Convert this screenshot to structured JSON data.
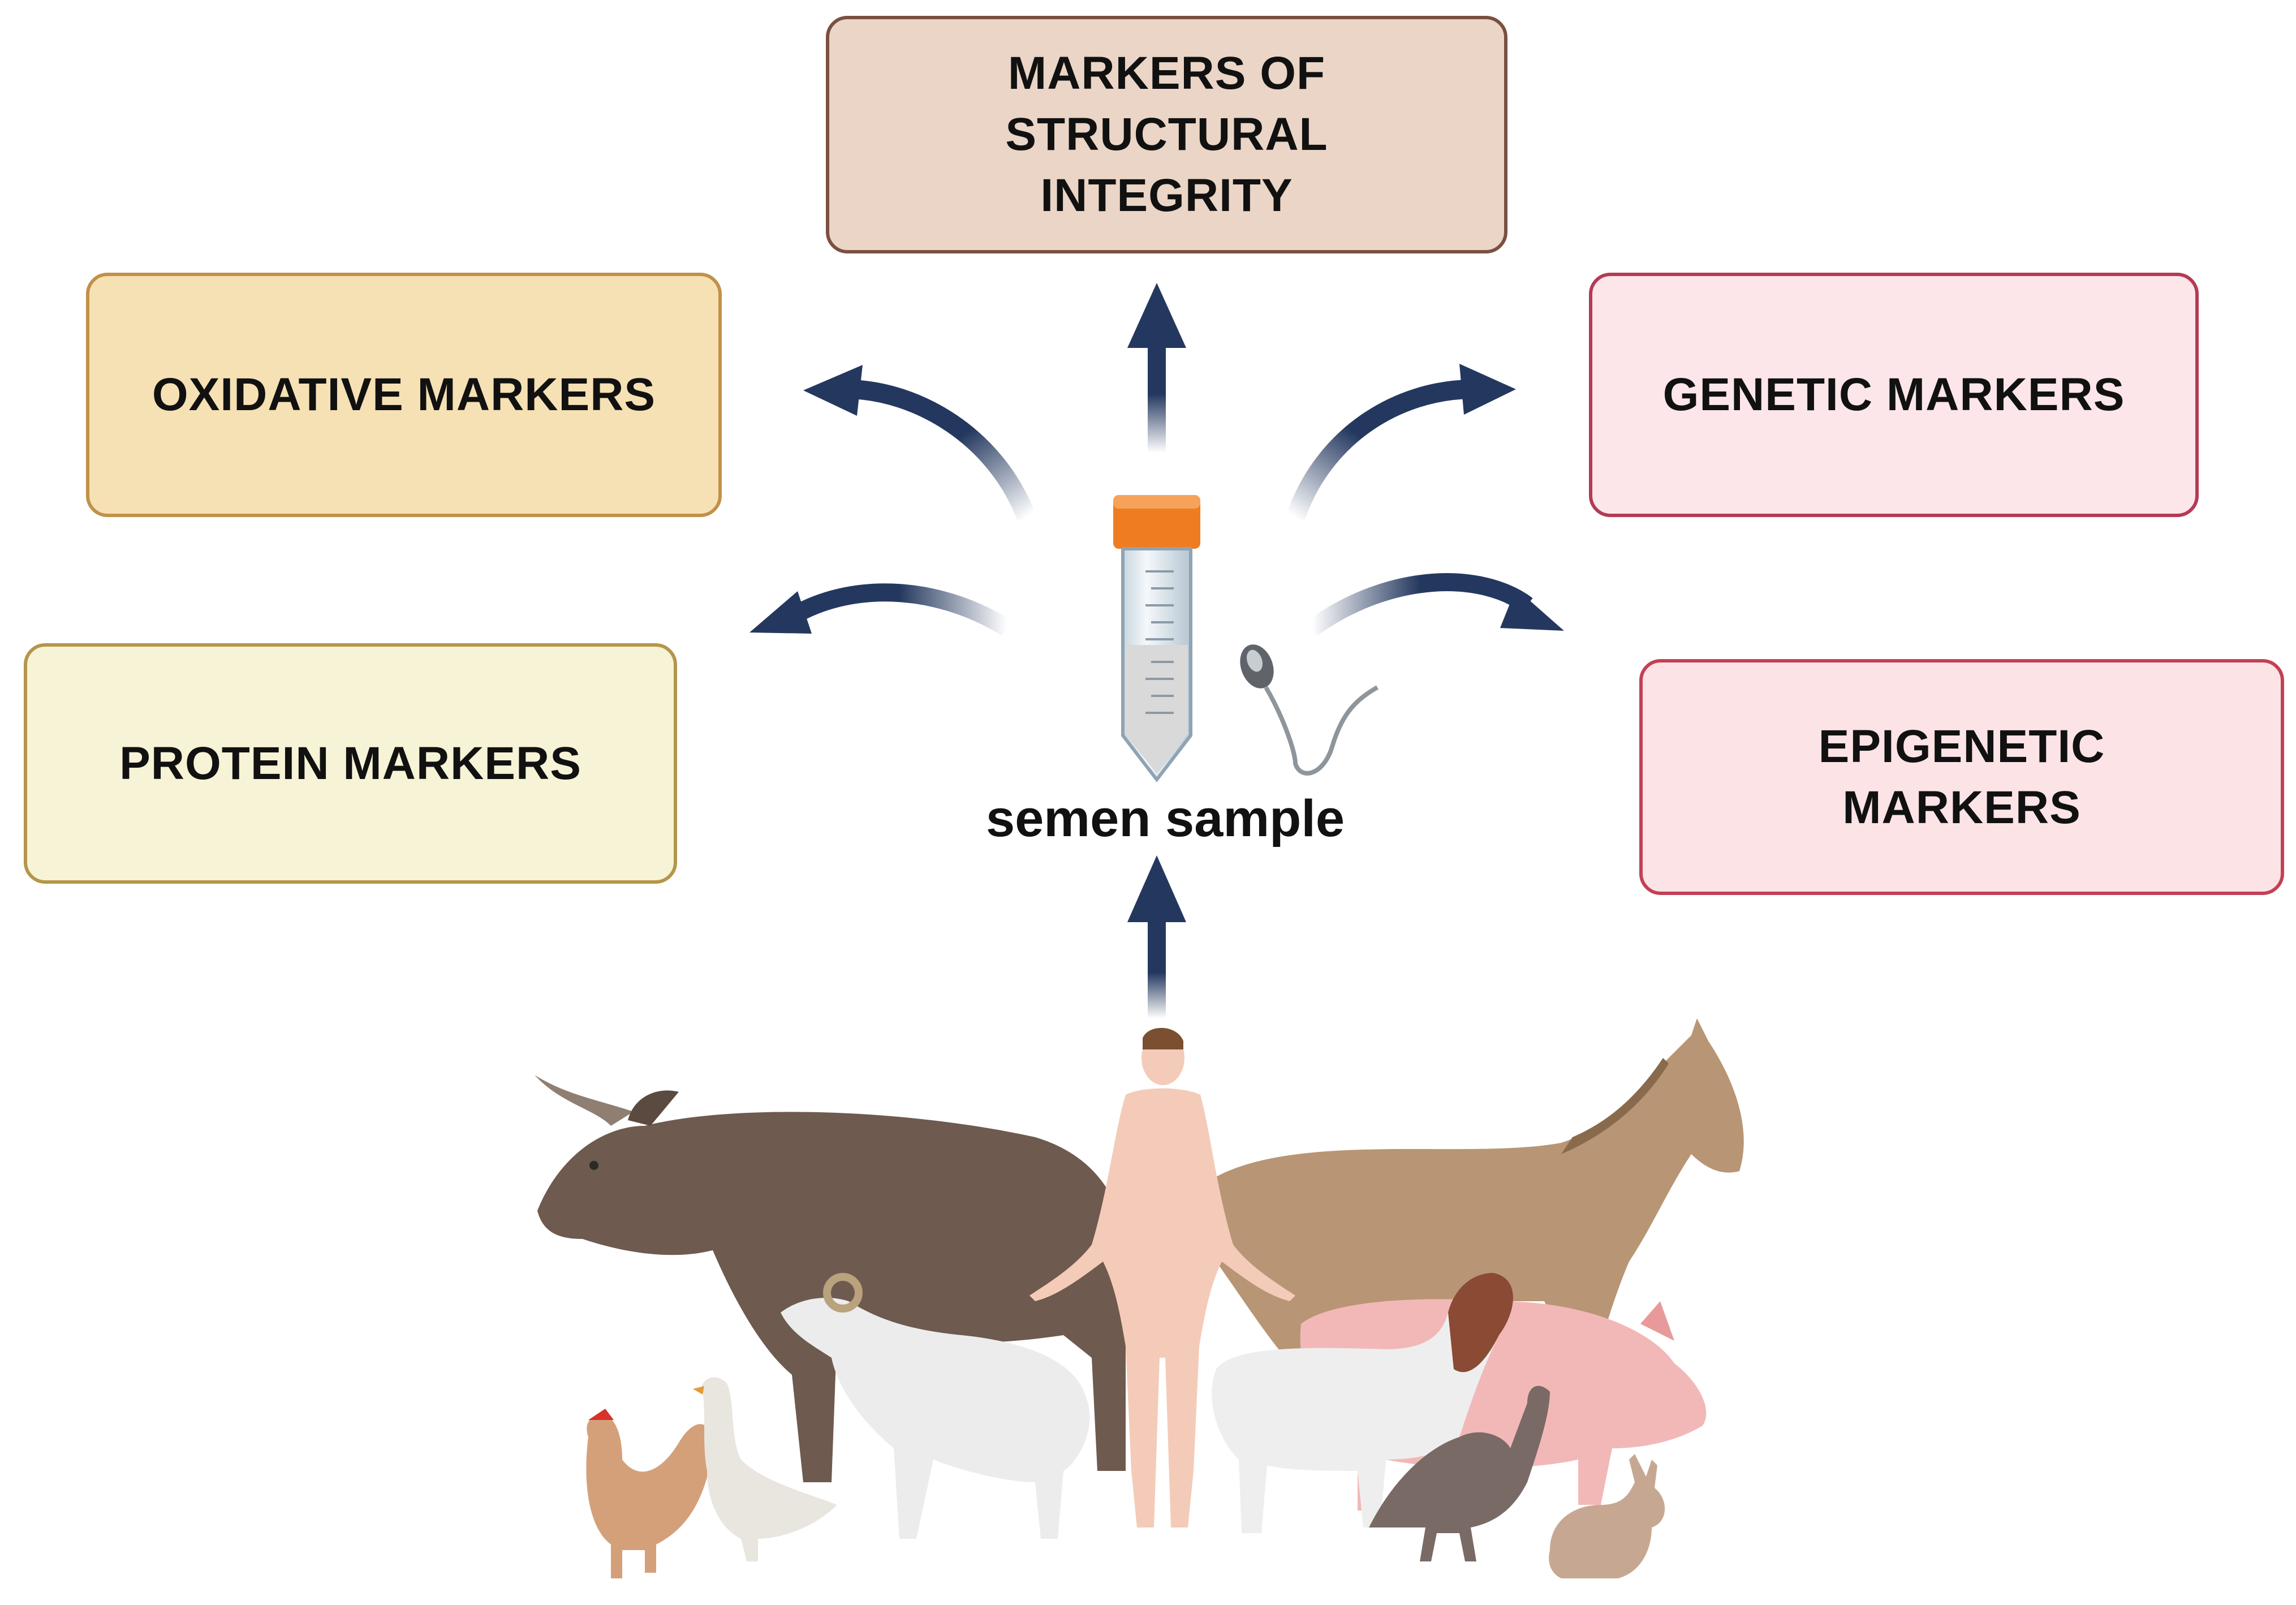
{
  "boxes": {
    "structural": {
      "label": "MARKERS OF\nSTRUCTURAL\nINTEGRITY",
      "bg": "#ead5c6",
      "border": "#7a5040"
    },
    "oxidative": {
      "label": "OXIDATIVE MARKERS",
      "bg": "#f6e1b4",
      "border": "#c19149"
    },
    "genetic": {
      "label": "GENETIC MARKERS",
      "bg": "#fce6e9",
      "border": "#b43a55"
    },
    "protein": {
      "label": "PROTEIN MARKERS",
      "bg": "#f6f3d6",
      "border": "#b4964a"
    },
    "epigenetic": {
      "label": "EPIGENETIC\nMARKERS",
      "bg": "#fce3e6",
      "border": "#c24155"
    }
  },
  "center": {
    "caption": "semen sample",
    "icon": "sample-tube-icon",
    "sperm_icon": "sperm-cell-icon"
  },
  "colors": {
    "arrow": "#24385f",
    "tube_cap": "#f07c22",
    "tube_fluid": "#d9d9d9"
  },
  "sources": [
    "bull",
    "horse",
    "human",
    "ram",
    "goat",
    "pig",
    "chicken",
    "goose",
    "turkey",
    "rabbit"
  ]
}
